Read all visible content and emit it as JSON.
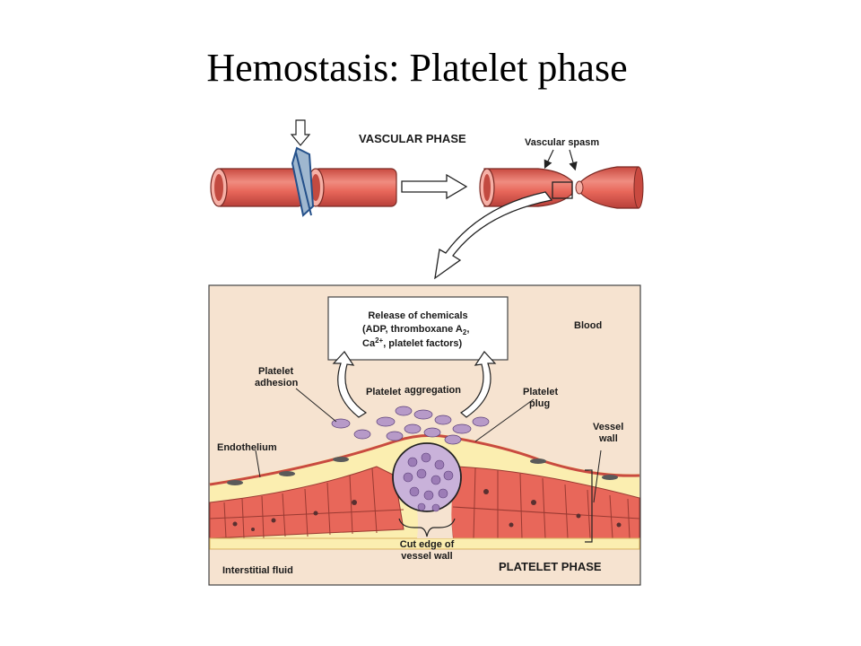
{
  "title": "Hemostasis:  Platelet phase",
  "top_panel": {
    "vascular_phase": "VASCULAR PHASE",
    "vascular_spasm": "Vascular spasm"
  },
  "detail_panel": {
    "release_line1": "Release of chemicals",
    "release_line2": "(ADP, thromboxane A",
    "release_line2_sub": "2",
    "release_line2_end": ",",
    "release_line3": "Ca",
    "release_line3_sup": "2+",
    "release_line3_end": ", platelet factors)",
    "blood": "Blood",
    "platelet_adhesion_1": "Platelet",
    "platelet_adhesion_2": "adhesion",
    "platelet_aggregation_1": "Platelet",
    "platelet_aggregation_2": "aggregation",
    "platelet_plug_1": "Platelet",
    "platelet_plug_2": "plug",
    "vessel_wall_1": "Vessel",
    "vessel_wall_2": "wall",
    "endothelium": "Endothelium",
    "cut_edge_1": "Cut edge of",
    "cut_edge_2": "vessel wall",
    "interstitial_fluid": "Interstitial fluid",
    "platelet_phase": "PLATELET PHASE"
  },
  "colors": {
    "vessel": "#e8675a",
    "vessel_light": "#f4a39a",
    "panel_bg": "#f6e3d0",
    "platelet": "#b79ac8",
    "arrow_fill": "#ffffff"
  }
}
